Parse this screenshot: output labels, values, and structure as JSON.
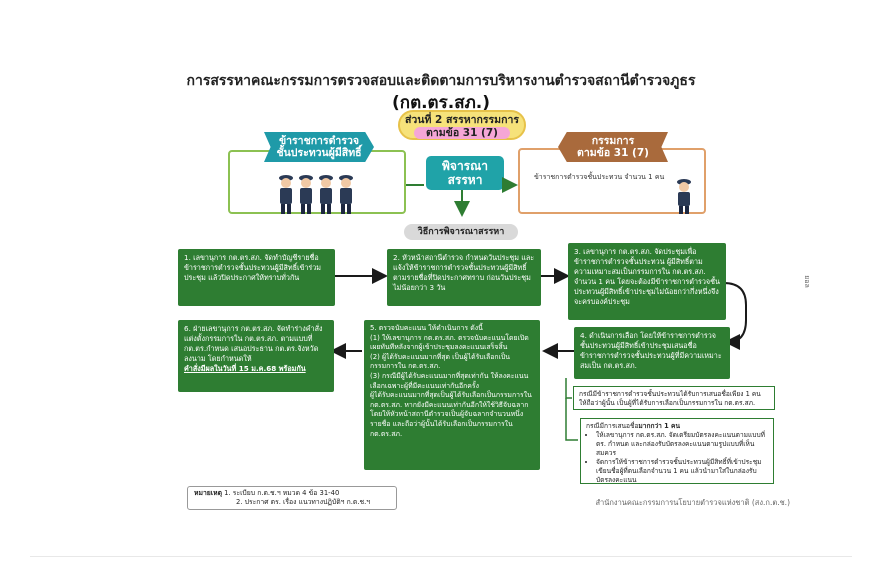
{
  "title": {
    "line1": "การสรรหาคณะกรรมการตรวจสอบและติดตามการบริหารงานตำรวจสถานีตำรวจภูธร",
    "line2": "(กต.ตร.สภ.)"
  },
  "section": {
    "line1": "ส่วนที่ 2 สรรหากรรมการ",
    "line2": "ตามข้อ 31 (7)"
  },
  "left_header": {
    "line1": "ข้าราชการตำรวจ",
    "line2": "ชั้นประทวนผู้มีสิทธิ์"
  },
  "right_header": {
    "line1": "กรรมการ",
    "line2": "ตามข้อ 31 (7)"
  },
  "right_text": "ข้าราชการตำรวจชั้นประทวน จำนวน 1 คน",
  "center_action": {
    "line1": "พิจารณา",
    "line2": "สรรหา"
  },
  "process_label": "วิธีการพิจารณาสรรหา",
  "steps": {
    "s1": "1. เลขานุการ กต.ตร.สภ. จัดทำบัญชีรายชื่อข้าราชการตำรวจชั้นประทวนผู้มีสิทธิ์เข้าร่วมประชุม แล้วปิดประกาศให้ทราบทั่วกัน",
    "s2": "2. หัวหน้าสถานีตำรวจ กำหนดวันประชุม และแจ้งให้ข้าราชการตำรวจชั้นประทวนผู้มีสิทธิ์ตามรายชื่อที่ปิดประกาศทราบ ก่อนวันประชุมไม่น้อยกว่า 3 วัน",
    "s3": "3. เลขานุการ กต.ตร.สภ. จัดประชุมเพื่อข้าราชการตำรวจชั้นประทวน ผู้มีสิทธิ์ตามความเหมาะสมเป็นกรรมการใน กต.ตร.สภ. จำนวน 1 คน โดยจะต้องมีข้าราชการตำรวจชั้นประทวนผู้มีสิทธิ์เข้าประชุมไม่น้อยกว่ากึ่งหนึ่งจึงจะครบองค์ประชุม",
    "s4": "4. ดำเนินการเลือก โดยให้ข้าราชการตำรวจชั้นประทวนผู้มีสิทธิ์เข้าประชุมเสนอชื่อข้าราชการตำรวจชั้นประทวนผู้ที่มีความเหมาะสมเป็น กต.ตร.สภ.",
    "s5_title": "5. ตรวจนับคะแนน ให้ดำเนินการ ดังนี้",
    "s5_p1": "(1) ให้เลขานุการ กต.ตร.สภ. ตรวจนับคะแนนโดยเปิดเผยทันทีหลังจากผู้เข้าประชุมลงคะแนนเสร็จสิ้น",
    "s5_p2": "(2) ผู้ได้รับคะแนนมากที่สุด เป็นผู้ได้รับเลือกเป็นกรรมการใน กต.ตร.สภ.",
    "s5_p3": "(3) กรณีมีผู้ได้รับคะแนนมากที่สุดเท่ากัน ให้ลงคะแนนเลือกเฉพาะผู้ที่มีคะแนนเท่ากันอีกครั้ง",
    "s5_p4": "ผู้ได้รับคะแนนมากที่สุดเป็นผู้ได้รับเลือกเป็นกรรมการใน กต.ตร.สภ. หากยังมีคะแนนเท่ากันอีกให้ใช้วิธีจับฉลาก โดยให้หัวหน้าสถานีตำรวจเป็นผู้จับฉลากจำนวนหนึ่งรายชื่อ และถือว่าผู้นั้นได้รับเลือกเป็นกรรมการใน กต.ตร.สภ.",
    "s6_text": "6. ฝ่ายเลขานุการ กต.ตร.สภ. จัดทำร่างคำสั่งแต่งตั้งกรรมการใน กต.ตร.สภ. ตามแบบที่ กต.ตร.กำหนด เสนอประธาน กต.ตร.จังหวัด ลงนาม โดยกำหนดให้",
    "s6_emphasis": "คำสั่งมีผลในวันที่ 15 ม.ค.68 พร้อมกัน"
  },
  "case1": "กรณีมีข้าราชการตำรวจชั้นประทวนได้รับการเสนอชื่อเพียง 1 คน ให้ถือว่าผู้นั้น เป็นผู้ที่ได้รับการเลือกเป็นกรรมการใน กต.ตร.สภ.",
  "case2": {
    "title_prefix": "กรณีมีการเสนอชื่อ",
    "title_bold": "มากกว่า 1 คน",
    "items": [
      "ให้เลขานุการ กต.ตร.สภ. จัดเตรียมบัตรลงคะแนนตามแบบที่ ตร. กำหนด และกล่องรับบัตรลงคะแนนตามรูปแบบที่เห็นสมควร",
      "จัดการให้ข้าราชการตำรวจชั้นประทวนผู้มีสิทธิ์ที่เข้าประชุมเขียนชื่อผู้ที่ตนเลือกจำนวน 1 คน แล้วนำมาใส่ในกล่องรับบัตรลงคะแนน"
    ]
  },
  "note": {
    "label": "หมายเหตุ",
    "line1": "1. ระเบียบ ก.ต.ช.ฯ หมวด 4 ข้อ 31-40",
    "line2": "2. ประกาศ ตร. เรื่อง แนวทางปฏิบัติฯ ก.ต.ช.ฯ"
  },
  "office": "สำนักงานคณะกรรมการนโยบายตำรวจแห่งชาติ (สง.ก.ต.ช.)",
  "side_label": "ยอล",
  "colors": {
    "green": "#2e7d32",
    "teal": "#20a3a8",
    "brown": "#a96a3c",
    "yellow": "#f6e27a",
    "pink": "#f5a6d6"
  },
  "icons": [
    "police-officers-illustration",
    "police-officer-illustration"
  ]
}
